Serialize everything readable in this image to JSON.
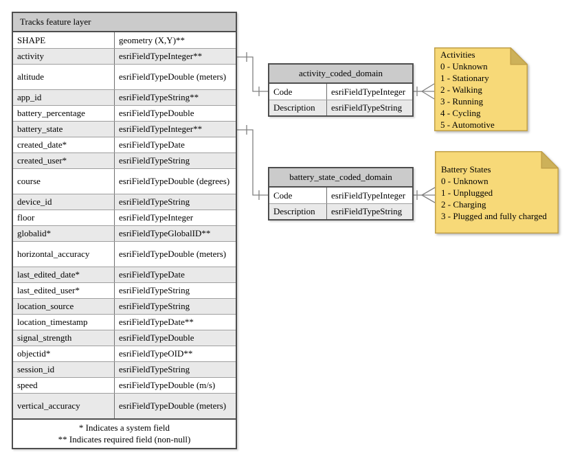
{
  "main_table": {
    "title": "Tracks feature layer",
    "rows": [
      {
        "name": "SHAPE",
        "type": "geometry (X,Y)**",
        "tall": false
      },
      {
        "name": "activity",
        "type": "esriFieldTypeInteger**",
        "tall": false
      },
      {
        "name": "altitude",
        "type": "esriFieldTypeDouble (meters)",
        "tall": true
      },
      {
        "name": "app_id",
        "type": "esriFieldTypeString**",
        "tall": false
      },
      {
        "name": "battery_percentage",
        "type": "esriFieldTypeDouble",
        "tall": false
      },
      {
        "name": "battery_state",
        "type": "esriFieldTypeInteger**",
        "tall": false
      },
      {
        "name": "created_date*",
        "type": "esriFieldTypeDate",
        "tall": false
      },
      {
        "name": "created_user*",
        "type": "esriFieldTypeString",
        "tall": false
      },
      {
        "name": "course",
        "type": "esriFieldTypeDouble (degrees)",
        "tall": true
      },
      {
        "name": "device_id",
        "type": "esriFieldTypeString",
        "tall": false
      },
      {
        "name": "floor",
        "type": "esriFieldTypeInteger",
        "tall": false
      },
      {
        "name": "globalid*",
        "type": "esriFieldTypeGlobalID**",
        "tall": false
      },
      {
        "name": "horizontal_accuracy",
        "type": "esriFieldTypeDouble (meters)",
        "tall": true
      },
      {
        "name": "last_edited_date*",
        "type": "esriFieldTypeDate",
        "tall": false
      },
      {
        "name": "last_edited_user*",
        "type": "esriFieldTypeString",
        "tall": false
      },
      {
        "name": "location_source",
        "type": "esriFieldTypeString",
        "tall": false
      },
      {
        "name": "location_timestamp",
        "type": "esriFieldTypeDate**",
        "tall": false
      },
      {
        "name": "signal_strength",
        "type": "esriFieldTypeDouble",
        "tall": false
      },
      {
        "name": "objectid*",
        "type": "esriFieldTypeOID**",
        "tall": false
      },
      {
        "name": "session_id",
        "type": "esriFieldTypeString",
        "tall": false
      },
      {
        "name": "speed",
        "type": "esriFieldTypeDouble (m/s)",
        "tall": false
      },
      {
        "name": "vertical_accuracy",
        "type": "esriFieldTypeDouble (meters)",
        "tall": true
      }
    ],
    "footnote1": "* Indicates a system field",
    "footnote2": "** Indicates required field (non-null)"
  },
  "activity_table": {
    "title": "activity_coded_domain",
    "rows": [
      {
        "name": "Code",
        "type": "esriFieldTypeInteger"
      },
      {
        "name": "Description",
        "type": "esriFieldTypeString"
      }
    ]
  },
  "battery_table": {
    "title": "battery_state_coded_domain",
    "rows": [
      {
        "name": "Code",
        "type": "esriFieldTypeInteger"
      },
      {
        "name": "Description",
        "type": "esriFieldTypeString"
      }
    ]
  },
  "activities_note": {
    "title": "Activities",
    "items": [
      "0 - Unknown",
      "1 - Stationary",
      "2 - Walking",
      "3 - Running",
      "4 - Cycling",
      "5 - Automotive"
    ]
  },
  "battery_note": {
    "title": "Battery States",
    "items": [
      "0 - Unknown",
      "1 - Unplugged",
      "2 - Charging",
      "3 - Plugged and fully charged"
    ]
  },
  "colors": {
    "canvas_bg": "#FFFFFF",
    "table_header_fill": "#CBCBCB",
    "row_alt_fill": "#E9E9E9",
    "table_border": "#4D4D4D",
    "row_line": "#9E9E9E",
    "col_line": "#6E6E6E",
    "connector": "#808080",
    "note_fill": "#F7D978",
    "note_fold": "#CDB159",
    "note_border": "#C0A049",
    "text": "#000000"
  }
}
